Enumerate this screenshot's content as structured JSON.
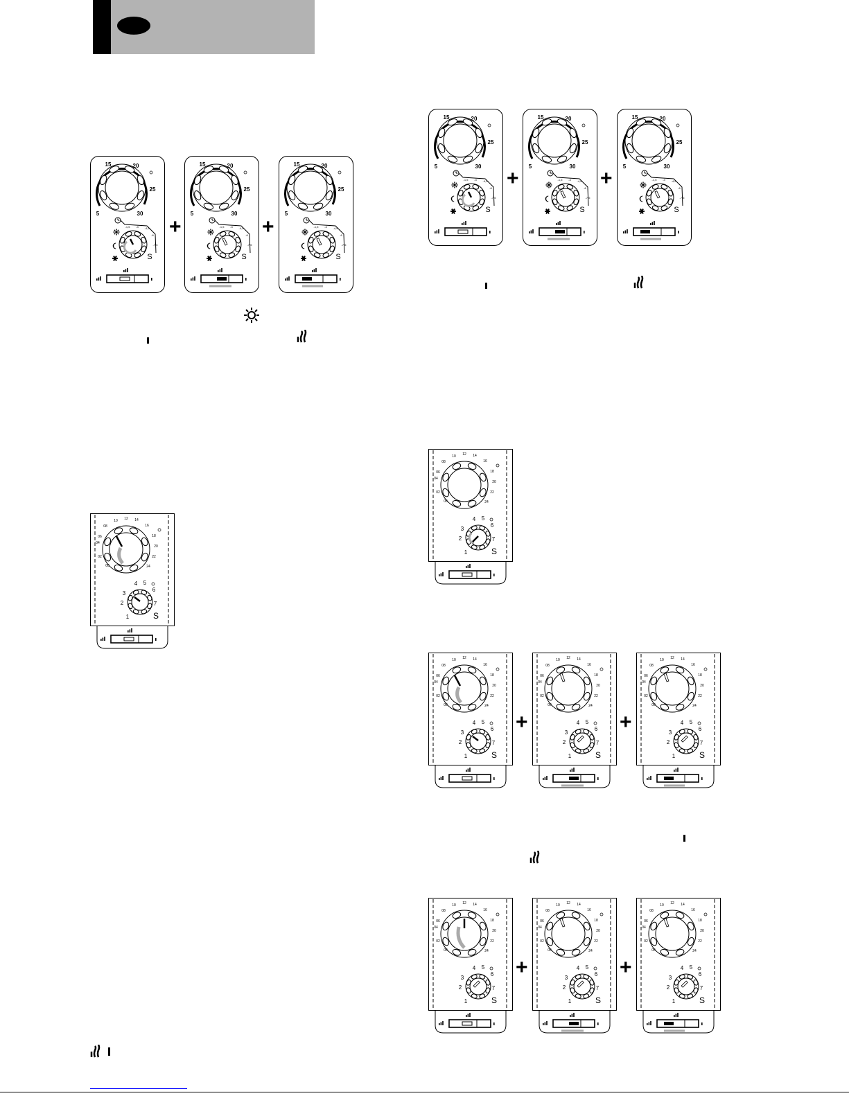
{
  "thermo": {
    "top": [
      "15",
      "20"
    ],
    "right": "25",
    "bl": "5",
    "br": "30",
    "small": [
      "-1,5",
      "-3",
      "-4,5",
      "-6",
      "-7,5"
    ],
    "s": "S"
  },
  "timer": {
    "hours": [
      "00",
      "02",
      "04",
      "06",
      "08",
      "10",
      "12",
      "14",
      "16",
      "18",
      "20",
      "22",
      "24"
    ],
    "days": [
      "1",
      "2",
      "3",
      "4",
      "5",
      "6",
      "7"
    ],
    "s": "S"
  },
  "plus": "+"
}
